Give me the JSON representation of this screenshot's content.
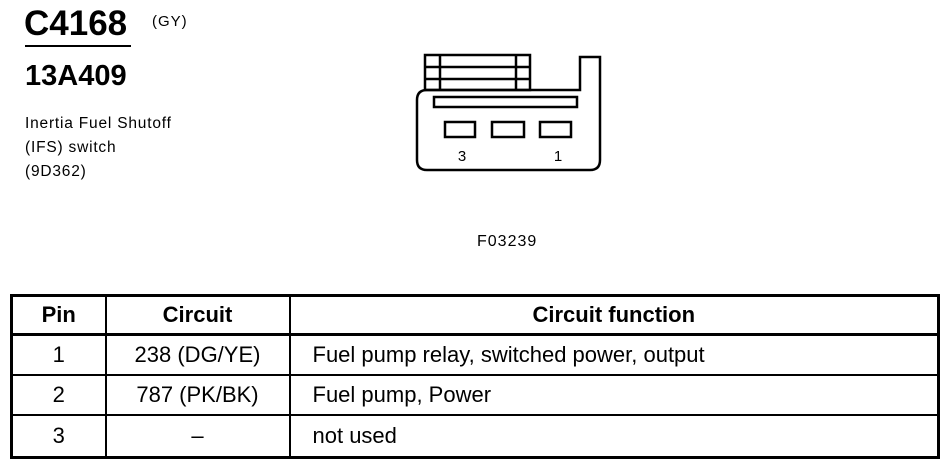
{
  "colors": {
    "ink": "#000000",
    "background": "#ffffff"
  },
  "connector": {
    "id": "C4168",
    "color_code": "(GY)",
    "part_number": "13A409",
    "description": [
      "Inertia Fuel Shutoff",
      "(IFS) switch",
      "(9D362)"
    ]
  },
  "connector_face": {
    "pin_labels": {
      "left": "3",
      "right": "1"
    }
  },
  "figure_id": "F03239",
  "pin_table": {
    "headers": {
      "pin": "Pin",
      "circuit": "Circuit",
      "function": "Circuit function"
    },
    "rows": [
      {
        "pin": "1",
        "circuit": "238 (DG/YE)",
        "function": "Fuel pump relay, switched power, output"
      },
      {
        "pin": "2",
        "circuit": "787 (PK/BK)",
        "function": "Fuel pump, Power"
      },
      {
        "pin": "3",
        "circuit": "–",
        "function": "not used"
      }
    ]
  }
}
